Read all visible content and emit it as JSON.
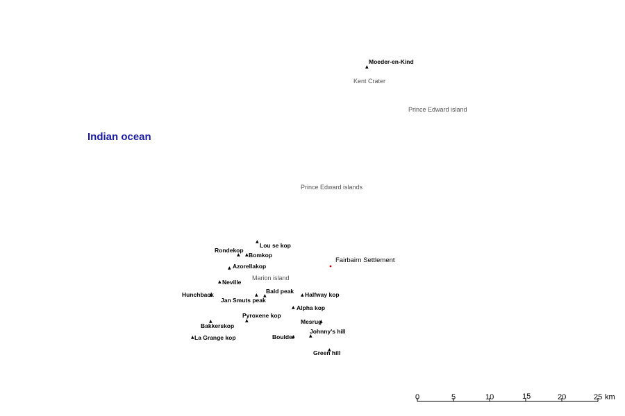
{
  "ocean": {
    "name": "Indian ocean",
    "color": "#1a1aa6"
  },
  "regions": {
    "group": "Prince Edward islands",
    "prince_edward": "Prince Edward island",
    "marion": "Marion island",
    "kent_crater": "Kent Crater"
  },
  "settlement": {
    "name": "Fairbairn Settlement",
    "marker_color": "#cc0000"
  },
  "peaks": [
    "Moeder-en-Kind",
    "Lou se kop",
    "Rondekop",
    "Bomkop",
    "Azorellakop",
    "Neville",
    "Bald peak",
    "Halfway kop",
    "Hunchback",
    "Jan Smuts peak",
    "Alpha kop",
    "Pyroxene kop",
    "Mesrug",
    "Bakkerskop",
    "Johnny's hill",
    "La Grange kop",
    "Boulder",
    "Green hill"
  ],
  "scale_bar": {
    "ticks": [
      "0",
      "5",
      "10",
      "15",
      "20",
      "25"
    ],
    "unit": "km"
  }
}
